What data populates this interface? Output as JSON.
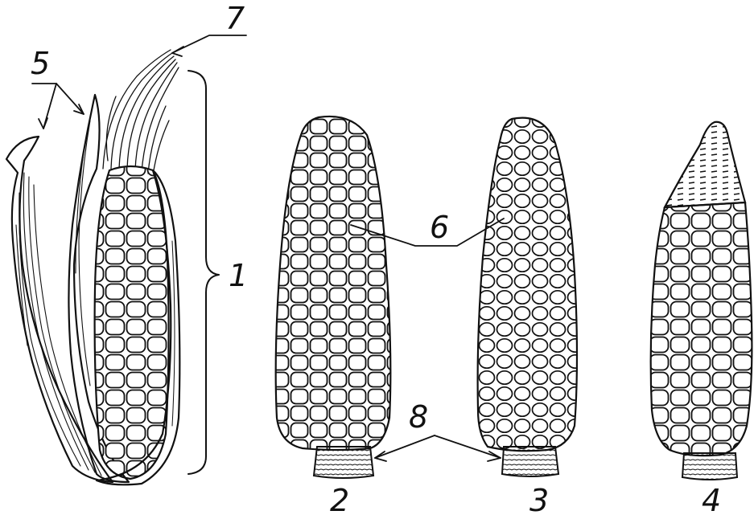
{
  "labels": {
    "cob_with_husk": "1",
    "cob_2": "2",
    "cob_3": "3",
    "cob_4": "4",
    "husk_leaves": "5",
    "kernels": "6",
    "silk": "7",
    "shank": "8"
  }
}
